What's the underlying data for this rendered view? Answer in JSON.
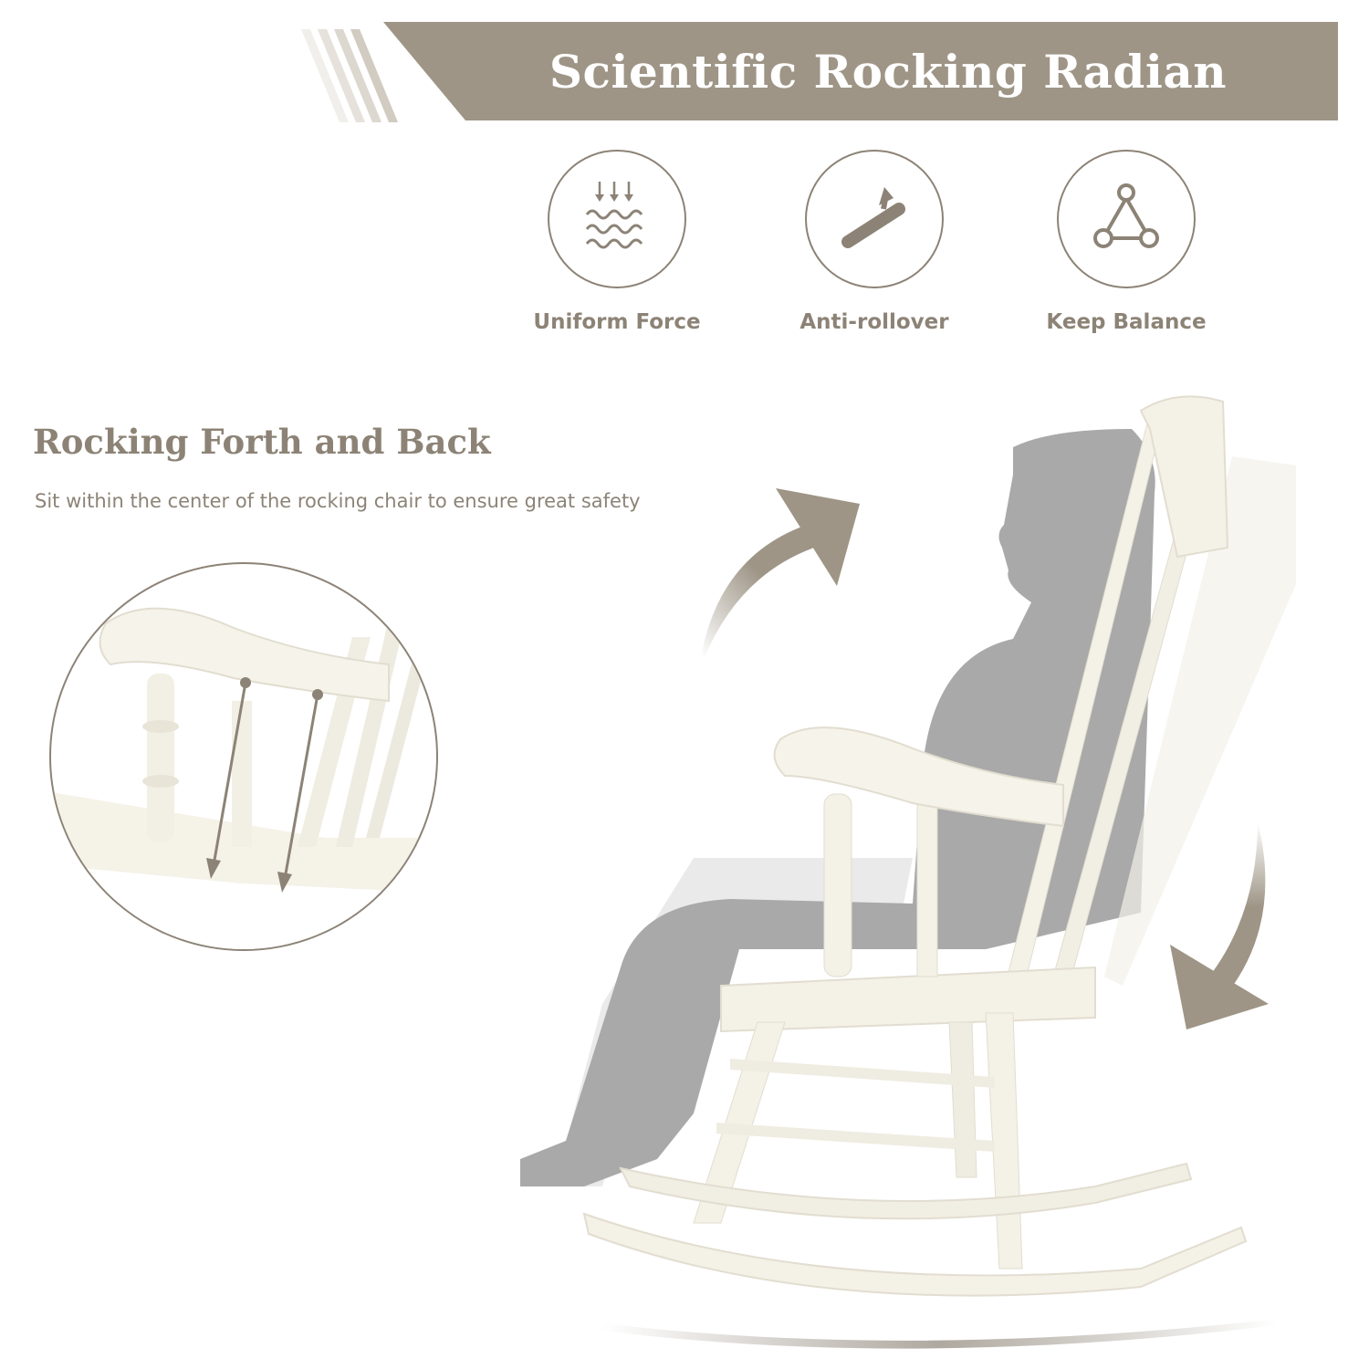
{
  "banner": {
    "title": "Scientific Rocking Radian",
    "color": "#9e9586"
  },
  "features": [
    {
      "label": "Uniform Force",
      "icon": "uniform-force-icon"
    },
    {
      "label": "Anti-rollover",
      "icon": "anti-rollover-icon"
    },
    {
      "label": "Keep Balance",
      "icon": "keep-balance-icon"
    }
  ],
  "section": {
    "title": "Rocking Forth and Back",
    "subtitle": "Sit within the center of the rocking chair to ensure great safety"
  },
  "colors": {
    "accent": "#8c8376",
    "silhouette": "#a9a9a9",
    "chair": "#f4f1e6"
  }
}
